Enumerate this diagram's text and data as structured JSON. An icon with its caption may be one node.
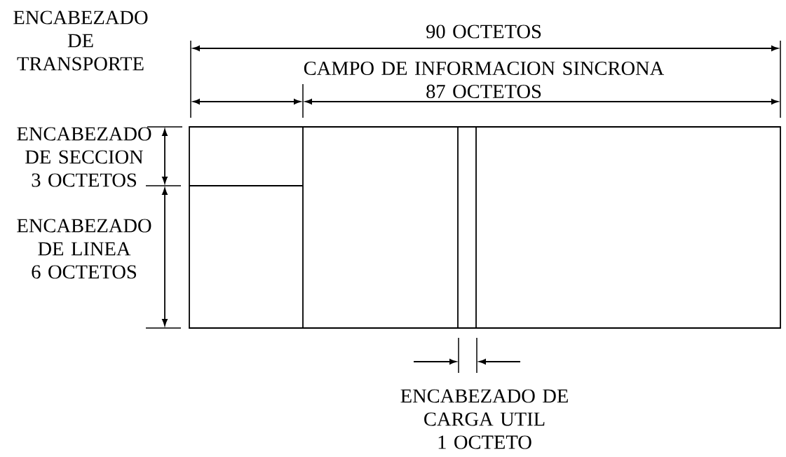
{
  "diagram": {
    "labels": [
      "ENCABEZADO DE TRANSPORTE",
      "90 OCTETOS",
      "CAMPO DE INFORMACION SINCRONA 87 OCTETOS",
      "ENCABEZADO DE SECCION 3 OCTETOS",
      "ENCABEZADO DE LINEA 6 OCTETOS",
      "ENCABEZADO DE CARGA UTIL 1 OCTETO"
    ]
  }
}
